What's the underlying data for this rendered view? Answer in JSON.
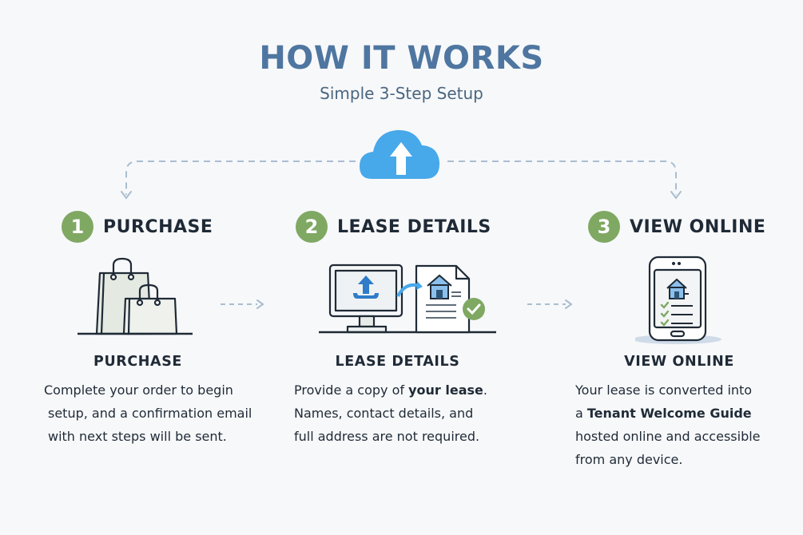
{
  "header": {
    "title": "HOW IT WORKS",
    "subtitle": "Simple 3-Step Setup"
  },
  "top_icon": "cloud-upload-icon",
  "colors": {
    "title": "#4e76a0",
    "badge": "#7fa863",
    "cloud": "#47a8ea",
    "connector": "#a9bdd0",
    "text": "#1f2a36",
    "background": "#f7f8fa"
  },
  "steps": [
    {
      "number": "1",
      "title": "PURCHASE",
      "icon": "shopping-bags-icon",
      "subtitle": "PURCHASE",
      "lines": [
        {
          "parts": [
            {
              "text": "Complete your order to begin",
              "bold": false
            }
          ]
        },
        {
          "parts": [
            {
              "text": "setup, and a confirmation email",
              "bold": false
            }
          ]
        },
        {
          "parts": [
            {
              "text": "with next steps will be sent.",
              "bold": false
            }
          ]
        }
      ]
    },
    {
      "number": "2",
      "title": "LEASE DETAILS",
      "icon": "computer-upload-document-icon",
      "subtitle": "LEASE DETAILS",
      "lines": [
        {
          "parts": [
            {
              "text": "Provide a copy of ",
              "bold": false
            },
            {
              "text": "your lease",
              "bold": true
            },
            {
              "text": ".",
              "bold": false
            }
          ]
        },
        {
          "parts": [
            {
              "text": "Names, contact details, and",
              "bold": false
            }
          ]
        },
        {
          "parts": [
            {
              "text": "full address are not required.",
              "bold": false
            }
          ]
        }
      ]
    },
    {
      "number": "3",
      "title": "VIEW ONLINE",
      "icon": "phone-checklist-icon",
      "subtitle": "VIEW ONLINE",
      "lines": [
        {
          "parts": [
            {
              "text": "Your lease is converted into",
              "bold": false
            }
          ]
        },
        {
          "parts": [
            {
              "text": "a ",
              "bold": false
            },
            {
              "text": "Tenant Welcome Guide",
              "bold": true
            }
          ]
        },
        {
          "parts": [
            {
              "text": "hosted online and accessible",
              "bold": false
            }
          ]
        },
        {
          "parts": [
            {
              "text": "from any device.",
              "bold": false
            }
          ]
        }
      ]
    }
  ]
}
